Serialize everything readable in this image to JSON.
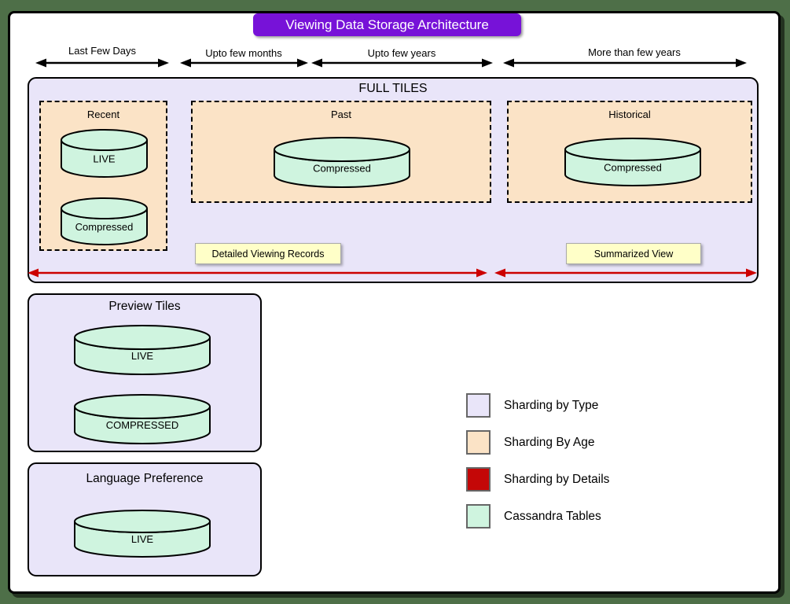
{
  "title": "Viewing Data Storage Architecture",
  "timeline": {
    "spans": [
      {
        "label": "Last Few Days"
      },
      {
        "label": "Upto few months"
      },
      {
        "label": "Upto few years"
      },
      {
        "label": "More than few years"
      }
    ]
  },
  "full_tiles": {
    "title": "FULL TILES",
    "groups": [
      {
        "label": "Recent",
        "cylinders": [
          "LIVE",
          "Compressed"
        ]
      },
      {
        "label": "Past",
        "cylinders": [
          "Compressed"
        ]
      },
      {
        "label": "Historical",
        "cylinders": [
          "Compressed"
        ]
      }
    ],
    "annotations": [
      {
        "label": "Detailed Viewing Records"
      },
      {
        "label": "Summarized View"
      }
    ]
  },
  "preview_tiles": {
    "title": "Preview Tiles",
    "cylinders": [
      "LIVE",
      "COMPRESSED"
    ]
  },
  "language_preference": {
    "title": "Language Preference",
    "cylinders": [
      "LIVE"
    ]
  },
  "legend": {
    "items": [
      {
        "label": "Sharding by Type",
        "color": "#E9E5F9"
      },
      {
        "label": "Sharding By Age",
        "color": "#FBE3C6"
      },
      {
        "label": "Sharding by Details",
        "color": "#C40707"
      },
      {
        "label": "Cassandra Tables",
        "color": "#CFF4DF"
      }
    ]
  },
  "colors": {
    "title_badge": "#7712D8",
    "sharding_type": "#E9E5F9",
    "sharding_age": "#FBE3C6",
    "sharding_details_arrow": "#CC0000",
    "cassandra_table": "#CFF4DF",
    "note_background": "#FFFFC8",
    "outer_background": "#4E6F48"
  }
}
